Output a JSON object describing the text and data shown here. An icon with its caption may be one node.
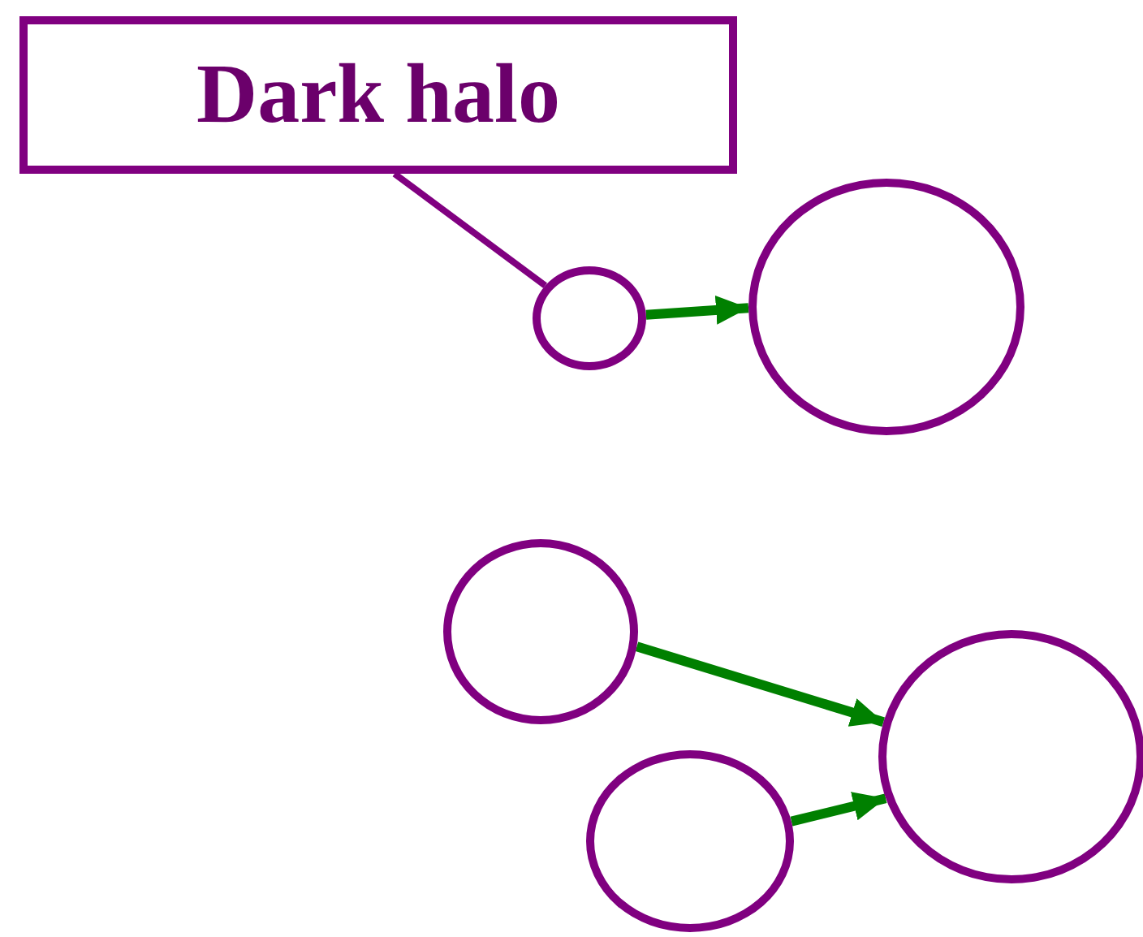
{
  "diagram": {
    "nodes": [
      {
        "text": [
          "Dark halo"
        ]
      },
      {
        "text": [],
        "shape": "circle"
      },
      {
        "text": [],
        "shape": "circle"
      },
      {
        "text": [],
        "shape": "circle"
      },
      {
        "text": [],
        "shape": "circle"
      },
      {
        "text": [],
        "shape": "circle"
      }
    ],
    "edges": [
      {
        "from": 0,
        "to": 1,
        "arrow": "none",
        "color": "#800080"
      },
      {
        "from": 1,
        "to": 2,
        "arrow": "to"
      },
      {
        "from": 3,
        "to": 5,
        "arrow": "to"
      },
      {
        "from": 4,
        "to": 5,
        "arrow": "to"
      }
    ]
  }
}
